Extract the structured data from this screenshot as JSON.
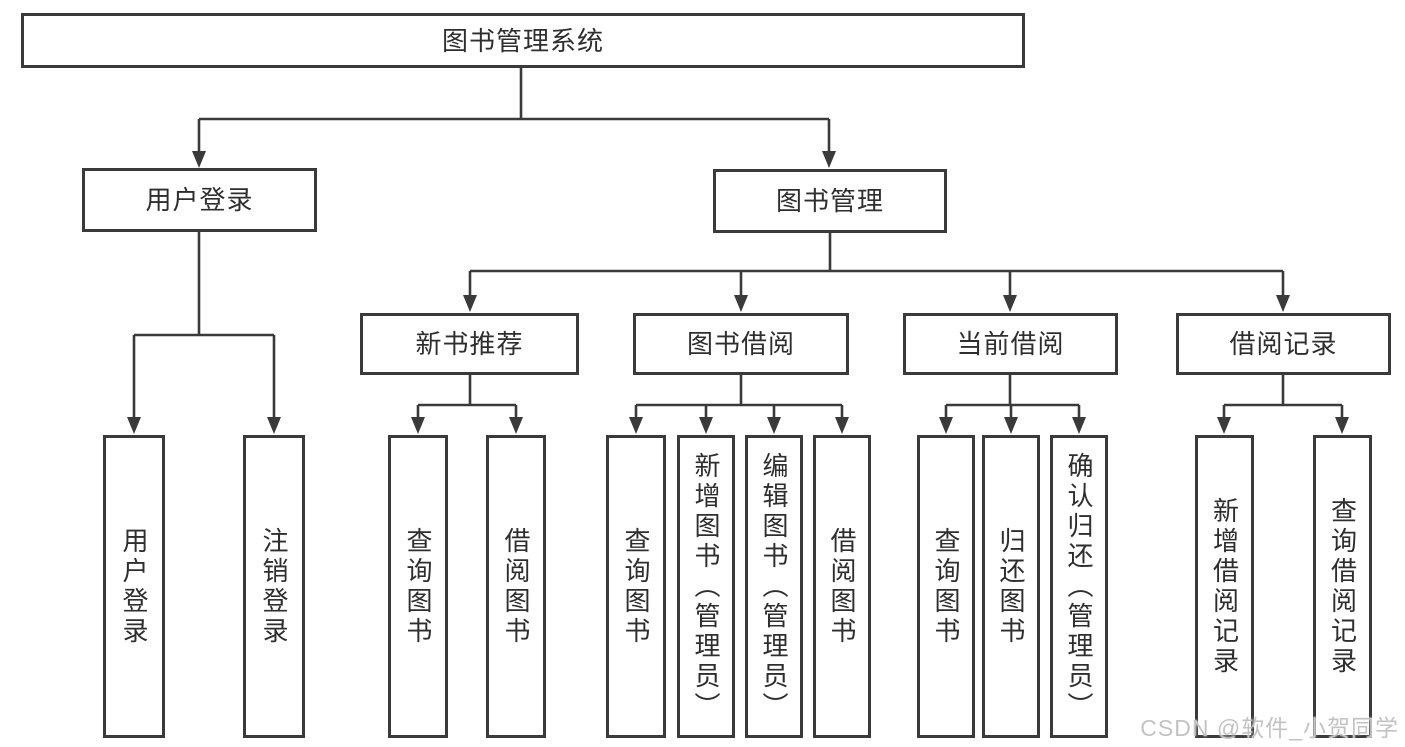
{
  "nodes": {
    "root": {
      "label": "图书管理系统"
    },
    "user_login": {
      "label": "用户登录",
      "children": [
        "用户登录",
        "注销登录"
      ]
    },
    "book_mgmt": {
      "label": "图书管理"
    },
    "new_book_rec": {
      "label": "新书推荐",
      "children": [
        "查询图书",
        "借阅图书"
      ]
    },
    "book_borrow": {
      "label": "图书借阅",
      "children": [
        "查询图书",
        "新增图书（管理员）",
        "编辑图书（管理员）",
        "借阅图书"
      ]
    },
    "current_borrow": {
      "label": "当前借阅",
      "children": [
        "查询图书",
        "归还图书",
        "确认归还（管理员）"
      ]
    },
    "borrow_record": {
      "label": "借阅记录",
      "children": [
        "新增借阅记录",
        "查询借阅记录"
      ]
    }
  },
  "watermark": {
    "text": "CSDN @软件_小贺同学"
  },
  "colors": {
    "line": "#3a3a3a",
    "box_border": "#3a3a3a",
    "text": "#2e2e2e",
    "watermark": "#c3c3c3",
    "background": "#ffffff"
  }
}
